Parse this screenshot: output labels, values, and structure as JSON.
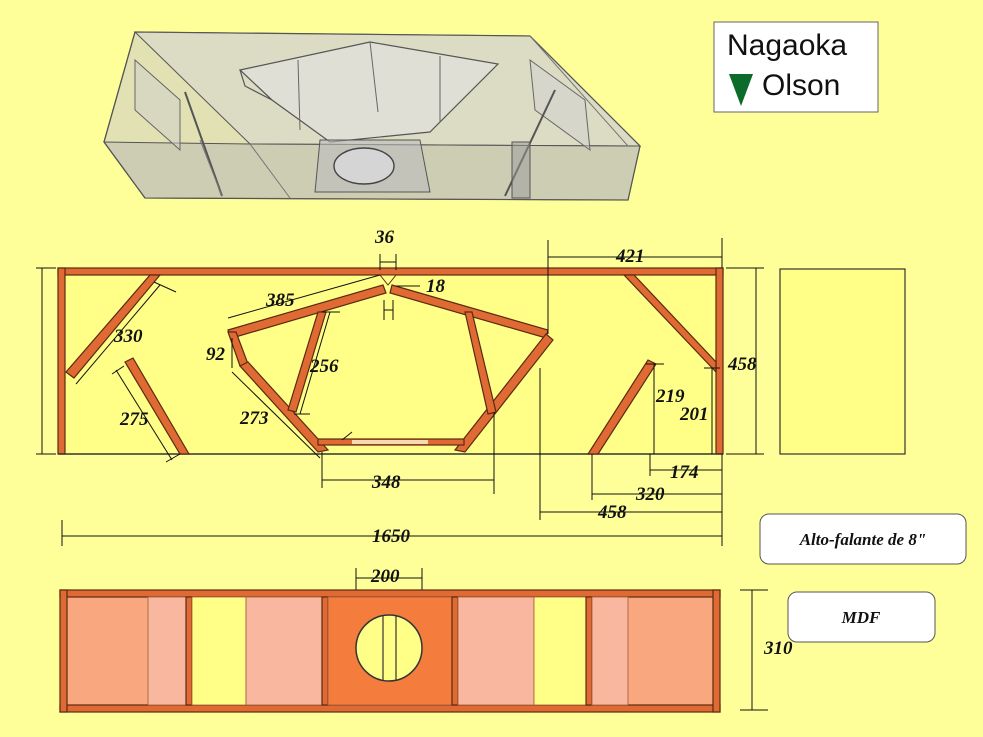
{
  "logo": {
    "line1": "Nagaoka",
    "line2": "Olson",
    "marker_color": "#0a6b2a"
  },
  "labels": {
    "speaker": "Alto-falante de 8\"",
    "material": "MDF"
  },
  "dimensions": {
    "notch": "36",
    "gap": "18",
    "top_right": "421",
    "height": "458",
    "left_diag": "330",
    "left_baffle": "275",
    "front_panel": "385",
    "short": "92",
    "inner_diag": "256",
    "lower_diag": "273",
    "opening": "348",
    "right_baffle": "219",
    "right_gap": "201",
    "r174": "174",
    "r320": "320",
    "r458": "458",
    "length": "1650",
    "hole": "200",
    "depth": "310"
  },
  "colors": {
    "background": "#ffff99",
    "wood": "#e06a33",
    "panel_light": "#ffff88",
    "front_salmon": "#f9a77f",
    "front_pink": "#f8b79e",
    "front_orange": "#f47c3c"
  }
}
